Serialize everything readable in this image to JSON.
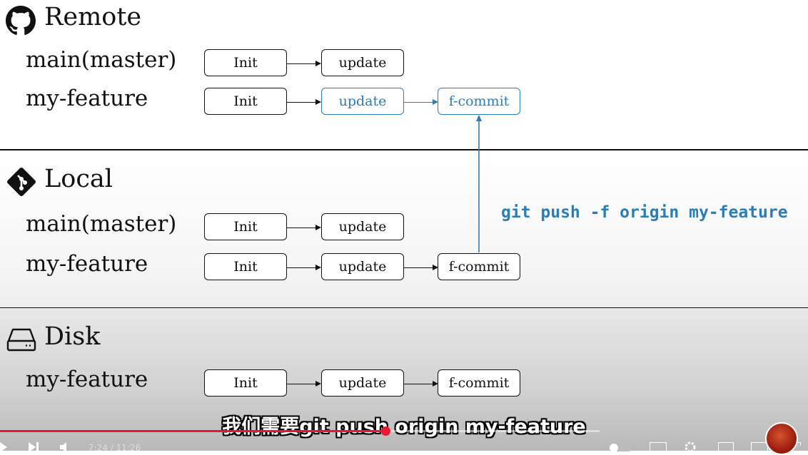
{
  "sections": {
    "remote": {
      "title": "Remote",
      "icon": "github-icon"
    },
    "local": {
      "title": "Local",
      "icon": "git-icon"
    },
    "disk": {
      "title": "Disk",
      "icon": "hard-drive-icon"
    }
  },
  "remote": {
    "main_label": "main(master)",
    "feature_label": "my-feature",
    "main_commits": [
      "Init",
      "update"
    ],
    "feature_commits": [
      "Init",
      "update",
      "f-commit"
    ]
  },
  "local": {
    "main_label": "main(master)",
    "feature_label": "my-feature",
    "main_commits": [
      "Init",
      "update"
    ],
    "feature_commits": [
      "Init",
      "update",
      "f-commit"
    ]
  },
  "disk": {
    "feature_label": "my-feature",
    "feature_commits": [
      "Init",
      "update",
      "f-commit"
    ]
  },
  "command": "git push -f origin my-feature",
  "player": {
    "subtitle": "我们需要git push origin my-feature",
    "time": "7:24 / 11:26",
    "progress": 0.643,
    "accent": "#e8192c"
  },
  "colors": {
    "highlight": "#2a7db8"
  }
}
